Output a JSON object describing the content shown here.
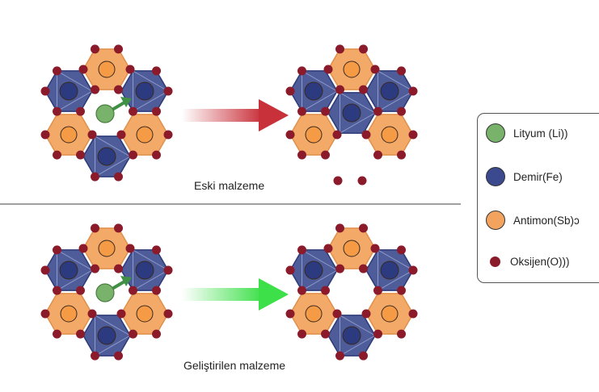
{
  "colors": {
    "lithium": "#79b26b",
    "iron": "#3b4a8f",
    "antimony": "#f2a45f",
    "oxygen": "#8b1a2a",
    "red_arrow": "#c8303a",
    "green_arrow": "#3ee04a"
  },
  "rows": [
    {
      "caption": "Eski malzeme",
      "before": [
        "antimony",
        "iron",
        "iron",
        "antimony",
        "antimony",
        "iron"
      ],
      "before_center": "lithium",
      "after": [
        "antimony",
        "iron",
        "iron",
        "antimony",
        "antimony",
        ""
      ],
      "after_center": "iron",
      "after_loose_oxygen": 2,
      "arrow": "red"
    },
    {
      "caption": "Geliştirilen malzeme",
      "before": [
        "antimony",
        "iron",
        "iron",
        "antimony",
        "antimony",
        "iron"
      ],
      "before_center": "lithium",
      "after": [
        "antimony",
        "iron",
        "iron",
        "antimony",
        "antimony",
        "iron"
      ],
      "after_center": "",
      "after_loose_oxygen": 0,
      "arrow": "green"
    }
  ],
  "legend": [
    {
      "label": "Lityum (Li))",
      "key": "lithium"
    },
    {
      "label": "Demir(Fe)",
      "key": "iron"
    },
    {
      "label": "Antimon(Sb)ɔ",
      "key": "antimony"
    },
    {
      "label": "Oksijen(O)))",
      "key": "oxygen"
    }
  ]
}
